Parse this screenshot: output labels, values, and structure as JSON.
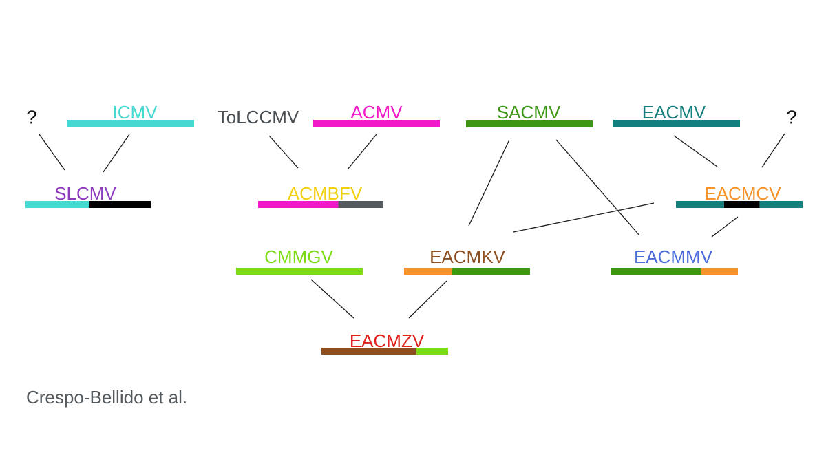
{
  "viruses": [
    {
      "id": "ICMV",
      "label": "ICMV",
      "color": "#45d9d2",
      "segments": [
        "#45d9d2"
      ]
    },
    {
      "id": "ACMV",
      "label": "ACMV",
      "color": "#f21ac8",
      "segments": [
        "#f21ac8"
      ]
    },
    {
      "id": "SACMV",
      "label": "SACMV",
      "color": "#3d9614",
      "segments": [
        "#3d9614"
      ]
    },
    {
      "id": "EACMV",
      "label": "EACMV",
      "color": "#14807e",
      "segments": [
        "#14807e"
      ]
    },
    {
      "id": "ToLCCMV",
      "label": "ToLCCMV",
      "color": "#4a4f54",
      "segments": []
    },
    {
      "id": "SLCMV",
      "label": "SLCMV",
      "color": "#8e3bbf",
      "segments": [
        "#45d9d2",
        "#000000"
      ]
    },
    {
      "id": "ACMBFV",
      "label": "ACMBFV",
      "color": "#f2cf0f",
      "segments": [
        "#f21ac8",
        "#555a5e"
      ]
    },
    {
      "id": "EACMCV",
      "label": "EACMCV",
      "color": "#f5922a",
      "segments": [
        "#14807e",
        "#000000",
        "#14807e"
      ]
    },
    {
      "id": "CMMGV",
      "label": "CMMGV",
      "color": "#7ddb16",
      "segments": [
        "#7ddb16"
      ]
    },
    {
      "id": "EACMKV",
      "label": "EACMKV",
      "color": "#8b4f22",
      "segments": [
        "#f5922a",
        "#3d9614"
      ]
    },
    {
      "id": "EACMMV",
      "label": "EACMMV",
      "color": "#4a6bd8",
      "segments": [
        "#3d9614",
        "#f5922a"
      ]
    },
    {
      "id": "EACMZV",
      "label": "EACMZV",
      "color": "#e0201c",
      "segments": [
        "#8b4f22",
        "#7ddb16"
      ]
    }
  ],
  "unknown_parents": [
    {
      "id": "unknown-left",
      "label": "?"
    },
    {
      "id": "unknown-right",
      "label": "?"
    }
  ],
  "relations": [
    {
      "from": "unknown-left",
      "to": "SLCMV"
    },
    {
      "from": "ICMV",
      "to": "SLCMV"
    },
    {
      "from": "ToLCCMV",
      "to": "ACMBFV"
    },
    {
      "from": "ACMV",
      "to": "ACMBFV"
    },
    {
      "from": "SACMV",
      "to": "EACMKV"
    },
    {
      "from": "SACMV",
      "to": "EACMMV"
    },
    {
      "from": "EACMV",
      "to": "EACMCV"
    },
    {
      "from": "unknown-right",
      "to": "EACMCV"
    },
    {
      "from": "EACMCV",
      "to": "EACMKV"
    },
    {
      "from": "EACMCV",
      "to": "EACMMV"
    },
    {
      "from": "CMMGV",
      "to": "EACMZV"
    },
    {
      "from": "EACMKV",
      "to": "EACMZV"
    }
  ],
  "credit": "Crespo-Bellido et al."
}
